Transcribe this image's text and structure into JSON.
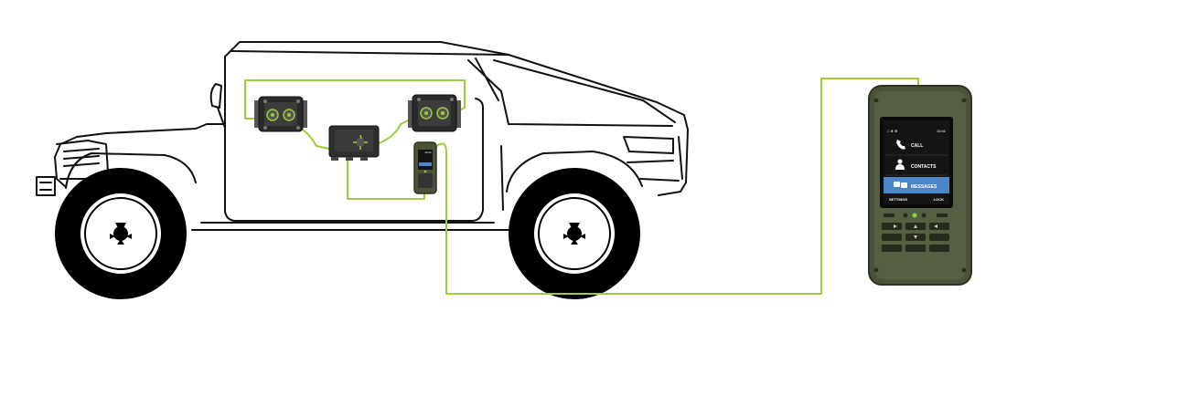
{
  "colors": {
    "cable": "#9ccc3a",
    "outline": "#111111",
    "tire": "#000000",
    "device_body": "#4a5338",
    "device_edge": "#2d3322",
    "screen_bg": "#141414",
    "highlight": "#4b86c8",
    "led": "#8bd44a"
  },
  "handset": {
    "status_left": "□ ⋔ ⊕",
    "status_time": "10:41",
    "menu": [
      {
        "icon": "phone-icon",
        "label": "CALL"
      },
      {
        "icon": "person-icon",
        "label": "CONTACTS"
      },
      {
        "icon": "chat-icon",
        "label": "MESSAGES"
      }
    ],
    "softkey_left": "SETTINGS",
    "softkey_right": "LOCK"
  },
  "mounted_handset": {
    "status_time": "10:41"
  }
}
